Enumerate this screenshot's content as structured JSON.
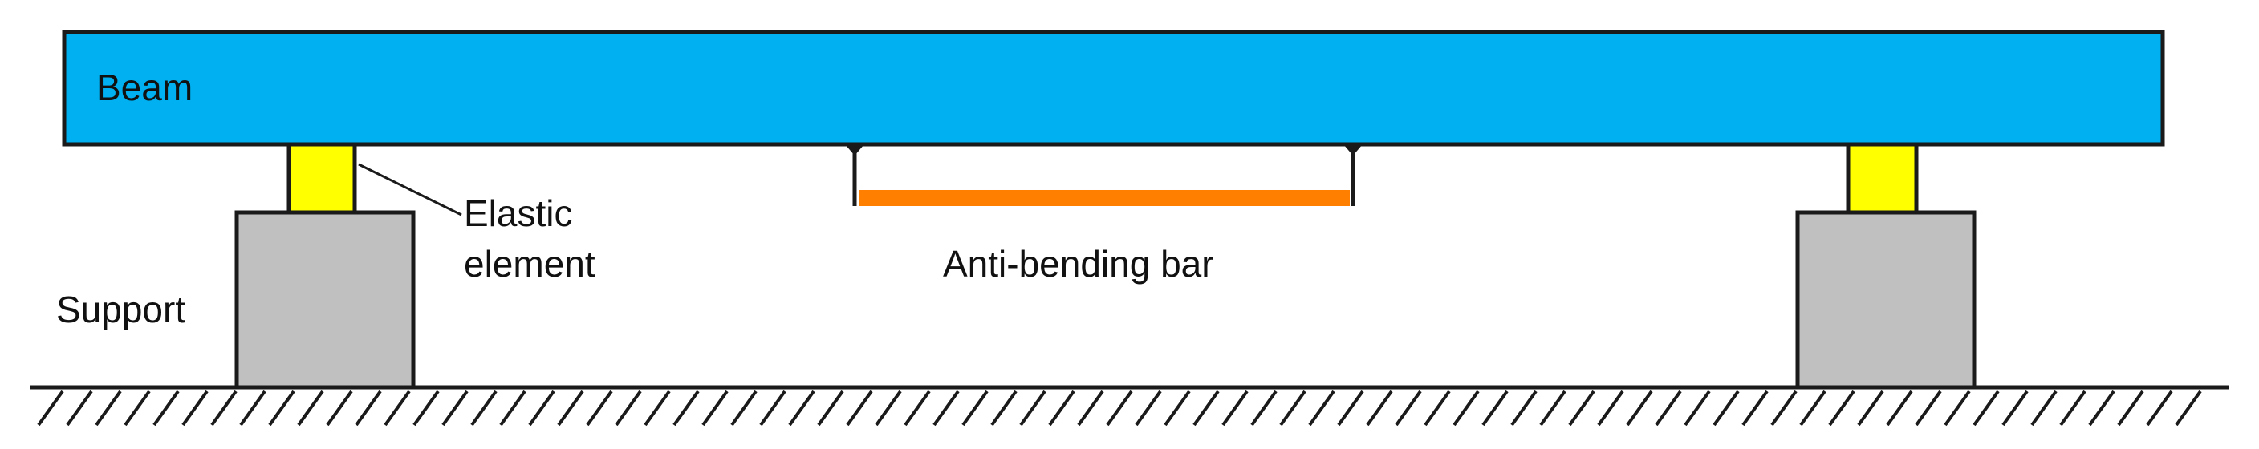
{
  "labels": {
    "beam": "Beam",
    "elastic_line1": "Elastic",
    "elastic_line2": "element",
    "support": "Support",
    "anti_bending": "Anti-bending bar"
  },
  "colors": {
    "beam": "#00b0f0",
    "elastic": "#ffff00",
    "support": "#c0c0c0",
    "anti_bending_bar": "#ff8000",
    "outline": "#1a1a1a"
  }
}
